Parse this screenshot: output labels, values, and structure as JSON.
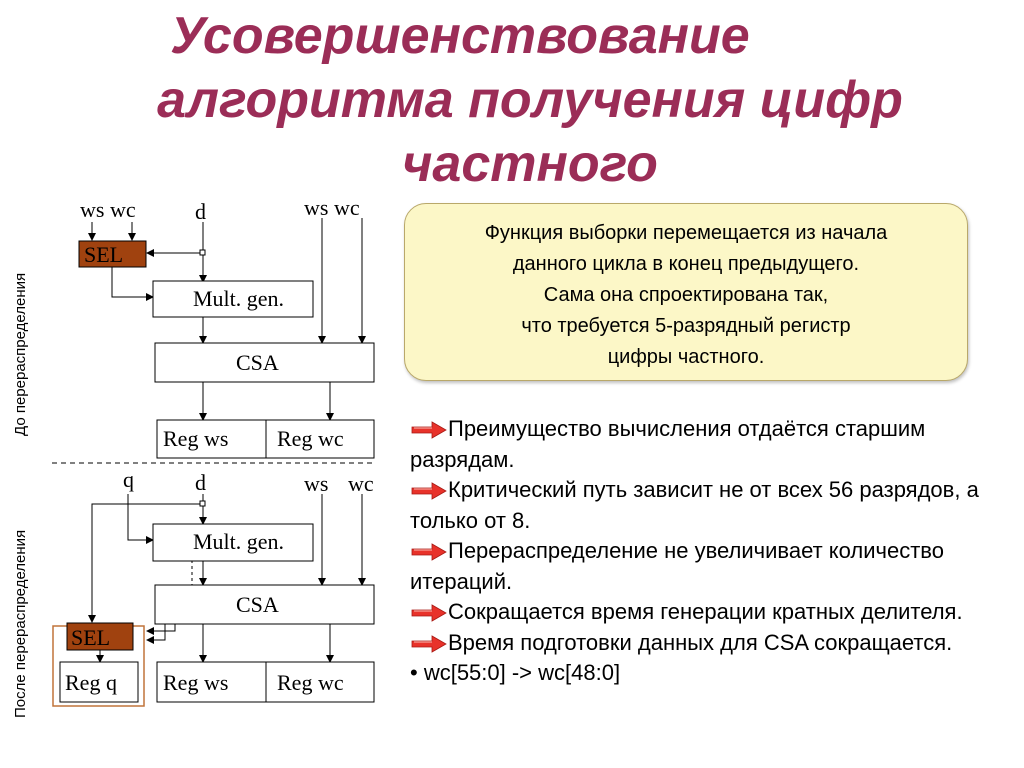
{
  "title": {
    "line1": "Усовершенствование",
    "line2": "алгоритма получения цифр",
    "line3": "частного"
  },
  "side_labels": {
    "before": "До перераспределения",
    "after": "После перераспределения"
  },
  "callout": {
    "lines": [
      "Функция выборки перемещается из начала",
      "данного цикла в конец предыдущего.",
      "Сама она спроектирована так,",
      "что требуется 5-разрядный регистр",
      "цифры частного."
    ]
  },
  "bullets": [
    {
      "icon": "red-arrow-icon",
      "text": "Преимущество вычисления отдаётся старшим разрядам."
    },
    {
      "icon": "red-arrow-icon",
      "text": "Критический путь зависит не от всех 56 разрядов, а только от 8."
    },
    {
      "icon": "red-arrow-icon",
      "text": "Перераспределение не увеличивает количество итераций."
    },
    {
      "icon": "red-arrow-icon",
      "text": "Сокращается время генерации кратных делителя."
    },
    {
      "icon": "red-arrow-icon",
      "text": "Время подготовки данных для CSA сокращается."
    },
    {
      "icon": "bullet-dot",
      "text": "• wc[55:0] -> wc[48:0]"
    }
  ],
  "diagram": {
    "top": {
      "inputs_left": "ws wc",
      "input_d": "d",
      "inputs_right": "ws wc",
      "sel": "SEL",
      "mult": "Mult. gen.",
      "csa": "CSA",
      "reg_ws": "Reg ws",
      "reg_wc": "Reg wc"
    },
    "bottom": {
      "input_q": "q",
      "input_d": "d",
      "input_ws": "ws",
      "input_wc": "wc",
      "mult": "Mult. gen.",
      "csa": "CSA",
      "sel": "SEL",
      "reg_q": "Reg q",
      "reg_ws": "Reg ws",
      "reg_wc": "Reg wc"
    }
  },
  "colors": {
    "title": "#9b2d57",
    "sel_fill": "#a0420f",
    "callout_bg": "#fcf7c7"
  }
}
